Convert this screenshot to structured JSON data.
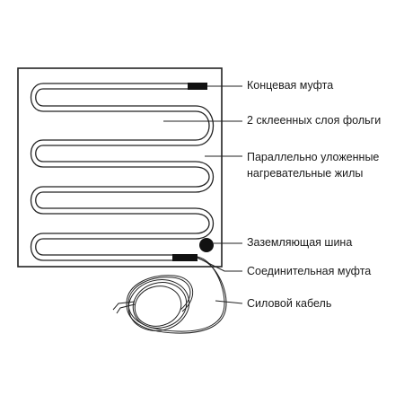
{
  "labels": {
    "end_coupling": "Концевая муфта",
    "foil_layers": "2 склеенных слоя фольги",
    "cores_line1": "Параллельно уложенные",
    "cores_line2": "нагревательные жилы",
    "ground_bus": "Заземляющая шина",
    "connector_coupling": "Соединительная муфта",
    "power_cable": "Силовой кабель"
  }
}
